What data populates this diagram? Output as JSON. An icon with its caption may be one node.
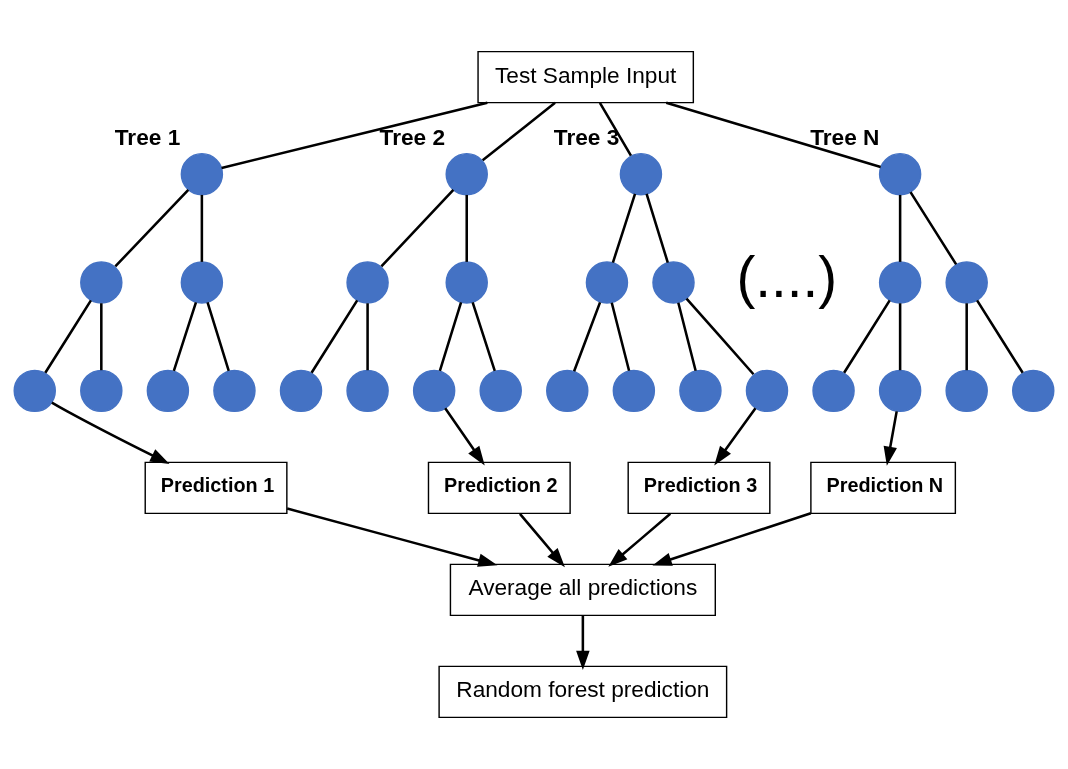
{
  "diagram": {
    "nodes": [
      {
        "text": [
          "Test Sample Input"
        ]
      },
      {
        "text": [],
        "shape": "circle",
        "beside": [
          "Tree 1"
        ]
      },
      {
        "text": [],
        "shape": "circle"
      },
      {
        "text": [],
        "shape": "circle"
      },
      {
        "text": [],
        "shape": "circle"
      },
      {
        "text": [],
        "shape": "circle"
      },
      {
        "text": [],
        "shape": "circle"
      },
      {
        "text": [],
        "shape": "circle"
      },
      {
        "text": [],
        "shape": "circle",
        "beside": [
          "Tree 2"
        ]
      },
      {
        "text": [],
        "shape": "circle"
      },
      {
        "text": [],
        "shape": "circle"
      },
      {
        "text": [],
        "shape": "circle"
      },
      {
        "text": [],
        "shape": "circle"
      },
      {
        "text": [],
        "shape": "circle"
      },
      {
        "text": [],
        "shape": "circle"
      },
      {
        "text": [],
        "shape": "circle",
        "beside": [
          "Tree 3"
        ]
      },
      {
        "text": [],
        "shape": "circle"
      },
      {
        "text": [],
        "shape": "circle"
      },
      {
        "text": [],
        "shape": "circle"
      },
      {
        "text": [],
        "shape": "circle"
      },
      {
        "text": [],
        "shape": "circle"
      },
      {
        "text": [],
        "shape": "circle"
      },
      {
        "text": [],
        "shape": "circle",
        "beside": [
          "Tree N"
        ]
      },
      {
        "text": [],
        "shape": "circle"
      },
      {
        "text": [],
        "shape": "circle"
      },
      {
        "text": [],
        "shape": "circle"
      },
      {
        "text": [],
        "shape": "circle"
      },
      {
        "text": [],
        "shape": "circle"
      },
      {
        "text": [],
        "shape": "circle"
      },
      {
        "text": [
          "Prediction 1"
        ]
      },
      {
        "text": [
          "Prediction 2"
        ]
      },
      {
        "text": [
          "Prediction 3"
        ]
      },
      {
        "text": [
          "Prediction N"
        ]
      },
      {
        "text": [
          "Average all predictions"
        ]
      },
      {
        "text": [
          "Random forest prediction"
        ]
      }
    ],
    "edges": [
      {
        "from": 0,
        "to": 1,
        "arrow": "none"
      },
      {
        "from": 0,
        "to": 8,
        "arrow": "none"
      },
      {
        "from": 0,
        "to": 15,
        "arrow": "none"
      },
      {
        "from": 0,
        "to": 22,
        "arrow": "none"
      },
      {
        "from": 1,
        "to": 2,
        "arrow": "none"
      },
      {
        "from": 1,
        "to": 3,
        "arrow": "none"
      },
      {
        "from": 2,
        "to": 4,
        "arrow": "none"
      },
      {
        "from": 2,
        "to": 5,
        "arrow": "none"
      },
      {
        "from": 3,
        "to": 6,
        "arrow": "none"
      },
      {
        "from": 3,
        "to": 7,
        "arrow": "none"
      },
      {
        "from": 8,
        "to": 9,
        "arrow": "none"
      },
      {
        "from": 8,
        "to": 10,
        "arrow": "none"
      },
      {
        "from": 9,
        "to": 11,
        "arrow": "none"
      },
      {
        "from": 9,
        "to": 12,
        "arrow": "none"
      },
      {
        "from": 10,
        "to": 13,
        "arrow": "none"
      },
      {
        "from": 10,
        "to": 14,
        "arrow": "none"
      },
      {
        "from": 15,
        "to": 16,
        "arrow": "none"
      },
      {
        "from": 15,
        "to": 17,
        "arrow": "none"
      },
      {
        "from": 16,
        "to": 18,
        "arrow": "none"
      },
      {
        "from": 16,
        "to": 19,
        "arrow": "none"
      },
      {
        "from": 17,
        "to": 20,
        "arrow": "none"
      },
      {
        "from": 17,
        "to": 21,
        "arrow": "none"
      },
      {
        "from": 22,
        "to": 23,
        "arrow": "none"
      },
      {
        "from": 22,
        "to": 24,
        "arrow": "none"
      },
      {
        "from": 23,
        "to": 25,
        "arrow": "none"
      },
      {
        "from": 23,
        "to": 26,
        "arrow": "none"
      },
      {
        "from": 24,
        "to": 27,
        "arrow": "none"
      },
      {
        "from": 24,
        "to": 28,
        "arrow": "none"
      },
      {
        "from": 4,
        "to": 29,
        "arrow": "to"
      },
      {
        "from": 13,
        "to": 30,
        "arrow": "to"
      },
      {
        "from": 21,
        "to": 31,
        "arrow": "to"
      },
      {
        "from": 26,
        "to": 32,
        "arrow": "to"
      },
      {
        "from": 29,
        "to": 33,
        "arrow": "to"
      },
      {
        "from": 30,
        "to": 33,
        "arrow": "to"
      },
      {
        "from": 31,
        "to": 33,
        "arrow": "to"
      },
      {
        "from": 32,
        "to": 33,
        "arrow": "to"
      },
      {
        "from": 33,
        "to": 34,
        "arrow": "to"
      }
    ],
    "labels": [
      "(....)"
    ]
  }
}
